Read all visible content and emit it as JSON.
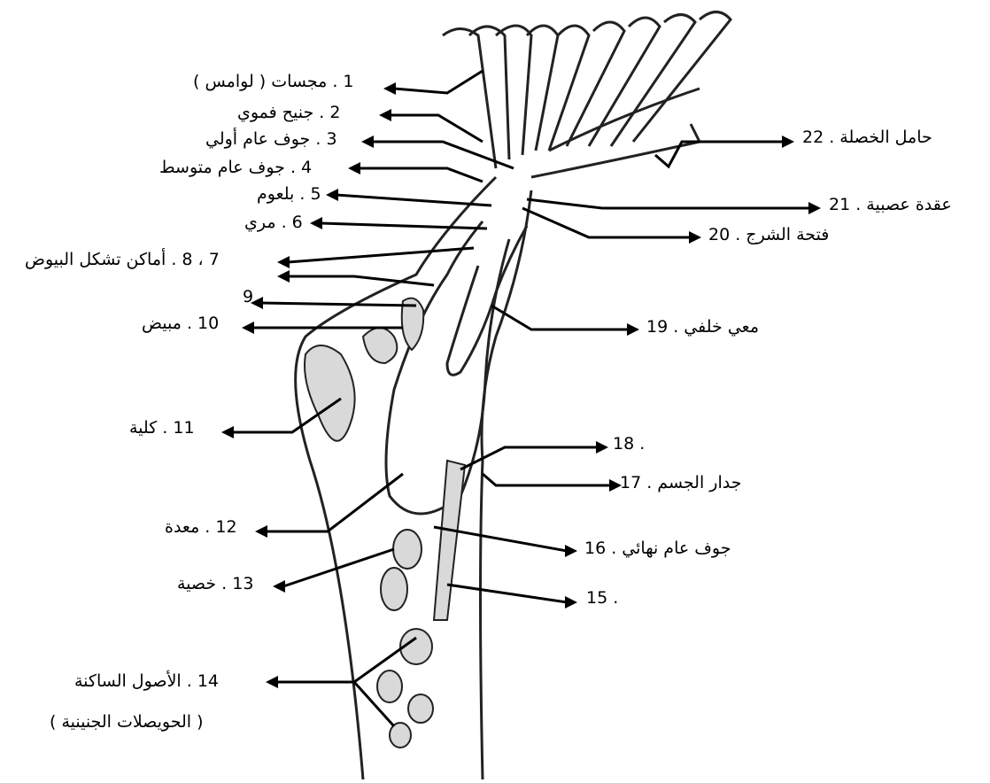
{
  "labels": {
    "l1": "1 . مجسات ( لوامس )",
    "l2": "2 . جنيح فموي",
    "l3": "3 . جوف عام أولي",
    "l4": "4 . جوف عام متوسط",
    "l5": "5 . بلعوم",
    "l6": "6 . مري",
    "l7_8": "7 ، 8 . أماكن تشكل البيوض",
    "l9": "9",
    "l10": "10 . مبيض",
    "l11": "11 . كلية",
    "l12": "12 . معدة",
    "l13": "13 . خصية",
    "l14a": "14 . الأصول الساكنة",
    "l14b": "( الحويصلات الجنينية )",
    "l15": "15 .",
    "l16": "جوف عام نهائي . 16",
    "l17": "جدار الجسم . 17",
    "l18": "18 .",
    "l19": "معي خلفي . 19",
    "l20": "فتحة الشرج . 20",
    "l21": "عقدة عصبية . 21",
    "l22": "حامل الخصلة . 22"
  },
  "colors": {
    "ink": "#000000",
    "tissue": "#d9d9d9"
  }
}
